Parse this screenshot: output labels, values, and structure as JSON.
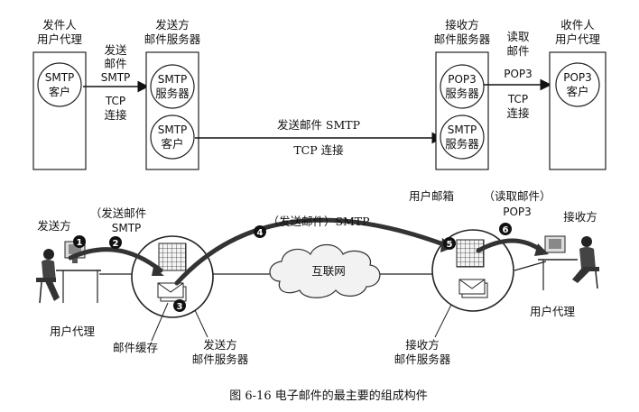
{
  "top": {
    "sender_ua": {
      "title_lines": [
        "发件人",
        "用户代理"
      ],
      "circle_lines": [
        "SMTP",
        "客户"
      ]
    },
    "send_mail_label_lines": [
      "发送",
      "邮件",
      "SMTP"
    ],
    "tcp_label_lines": [
      "TCP",
      "连接"
    ],
    "sender_server": {
      "title_lines": [
        "发送方",
        "邮件服务器"
      ],
      "circle1_lines": [
        "SMTP",
        "服务器"
      ],
      "circle2_lines": [
        "SMTP",
        "客户"
      ]
    },
    "middle_arrow_top": "发送邮件 SMTP",
    "middle_arrow_bottom": "TCP 连接",
    "receiver_server": {
      "title_lines": [
        "接收方",
        "邮件服务器"
      ],
      "circle1_lines": [
        "POP3",
        "服务器"
      ],
      "circle2_lines": [
        "SMTP",
        "服务器"
      ]
    },
    "read_label_lines": [
      "读取",
      "邮件",
      "POP3"
    ],
    "tcp2_label_lines": [
      "TCP",
      "连接"
    ],
    "receiver_ua": {
      "title_lines": [
        "收件人",
        "用户代理"
      ],
      "circle_lines": [
        "POP3",
        "客户"
      ]
    }
  },
  "bottom": {
    "sender": "发送方",
    "step1": "1",
    "step2": "2",
    "step3": "3",
    "step4": "4",
    "step5": "5",
    "step6": "6",
    "send_mail_paren": "（发送邮件",
    "send_mail_smtp": "SMTP",
    "send_mail_internet": "（发送邮件）SMTP",
    "internet": "互联网",
    "mailbox": "用户邮箱",
    "read_mail_paren": "（读取邮件）",
    "read_pop3": "POP3",
    "receiver": "接收方",
    "user_agent_left": "用户代理",
    "user_agent_right": "用户代理",
    "mail_buffer": "邮件缓存",
    "sender_server_lines": [
      "发送方",
      "邮件服务器"
    ],
    "receiver_server_lines": [
      "接收方",
      "邮件服务器"
    ]
  },
  "caption": "图 6-16    电子邮件的最主要的组成构件"
}
